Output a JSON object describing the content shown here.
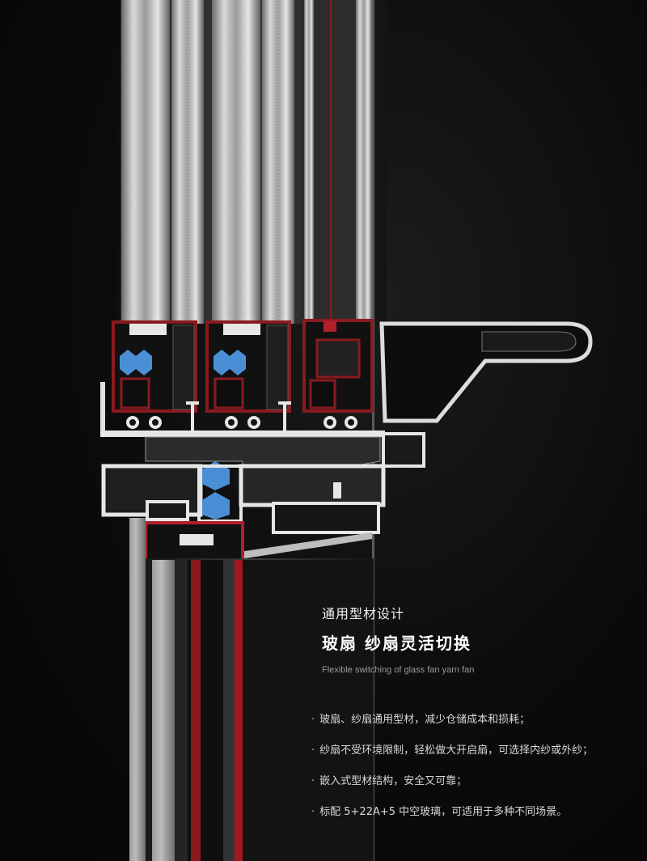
{
  "heading": {
    "subtitle": "通用型材设计",
    "title": "玻扇 纱扇灵活切换",
    "english": "Flexible switching of glass fan yarn fan"
  },
  "features": [
    {
      "bullet": "·",
      "text": "玻扇、纱扇通用型材，减少仓储成本和损耗；"
    },
    {
      "bullet": "·",
      "text": "纱扇不受环境限制，轻松做大开启扇，可选择内纱或外纱；"
    },
    {
      "bullet": "·",
      "text": "嵌入式型材结构，安全又可靠；"
    },
    {
      "bullet": "·",
      "text": "标配 5+22A+5 中空玻璃，可适用于多种不同场景。"
    }
  ],
  "colors": {
    "background": "#0b0b0b",
    "profile": "#c9c9c9",
    "thermal_break": "#8a1a1f",
    "gasket": "#4a8fd6",
    "frame_dark": "#2a2a2a"
  }
}
